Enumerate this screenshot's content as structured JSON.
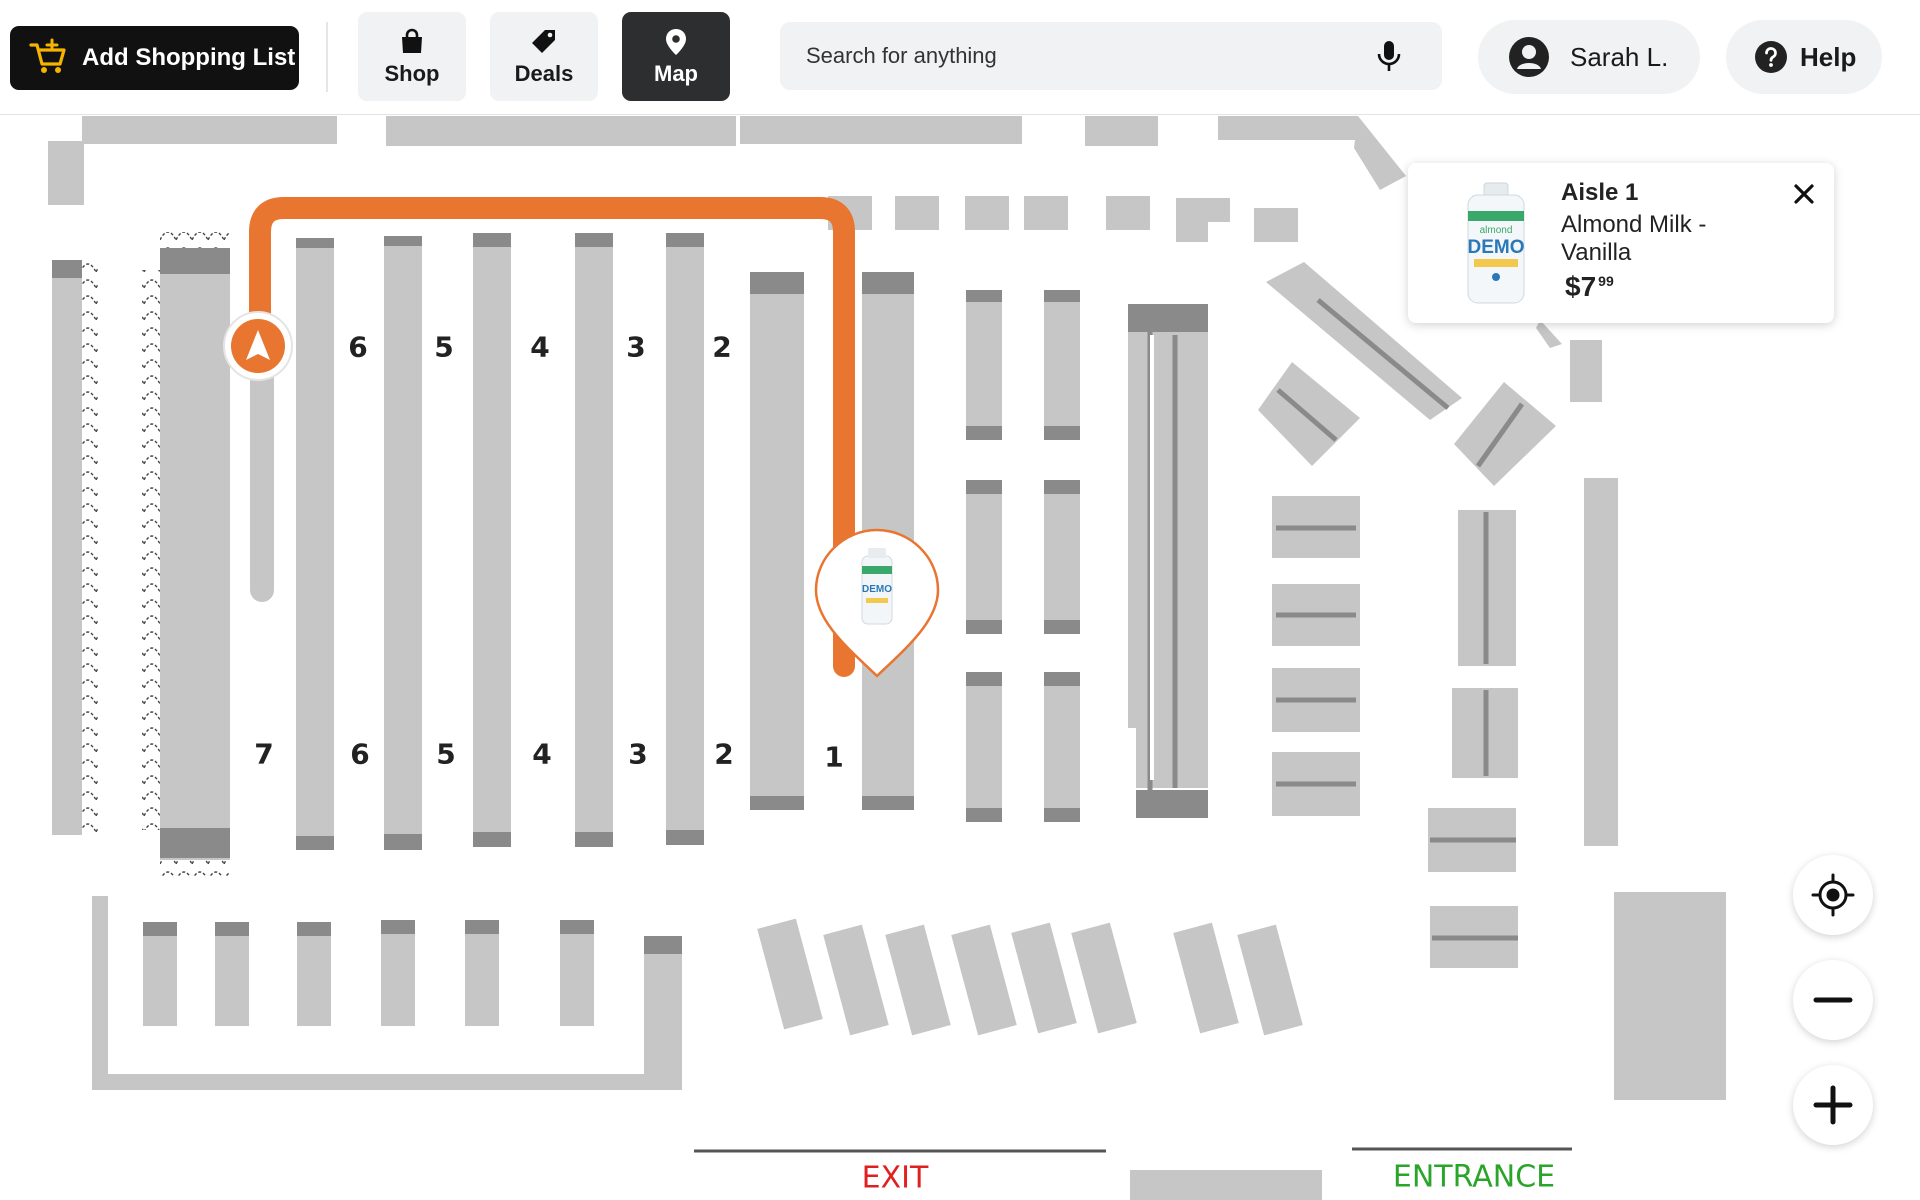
{
  "header": {
    "add_list_label": "Add Shopping List",
    "tabs": [
      {
        "label": "Shop",
        "icon": "shopping-bag-icon",
        "active": false
      },
      {
        "label": "Deals",
        "icon": "tag-icon",
        "active": false
      },
      {
        "label": "Map",
        "icon": "map-pin-icon",
        "active": true
      }
    ],
    "search_placeholder": "Search for anything",
    "user_name": "Sarah L.",
    "help_label": "Help"
  },
  "map": {
    "aisle_labels_top": [
      "6",
      "5",
      "4",
      "3",
      "2"
    ],
    "aisle_labels_bottom": [
      "7",
      "6",
      "5",
      "4",
      "3",
      "2",
      "1"
    ],
    "exit_label": "EXIT",
    "entrance_label": "ENTRANCE",
    "route_color": "#e87530",
    "shelf_color": "#c6c6c6",
    "shelf_cap_color": "#8a8a8a",
    "exit_color": "#e02020",
    "entrance_color": "#2aa52a"
  },
  "product_popup": {
    "aisle": "Aisle 1",
    "name": "Almond Milk - Vanilla",
    "price_dollars": "$7",
    "price_cents": "99",
    "product_brand_text": "almond DEMO"
  },
  "controls": {
    "locate_icon": "locate-icon",
    "zoom_out_icon": "minus-icon",
    "zoom_in_icon": "plus-icon"
  }
}
